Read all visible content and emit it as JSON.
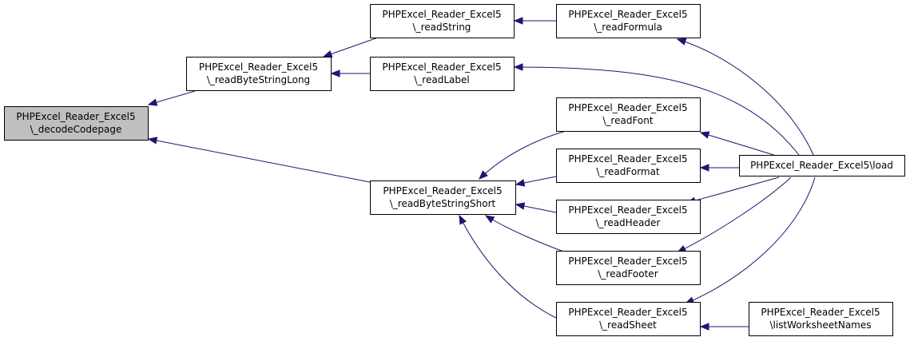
{
  "colors": {
    "node_fill": "#ffffff",
    "highlight_fill": "#bfbfbf",
    "node_border": "#000000",
    "edge": "#191970"
  },
  "nodes": [
    {
      "id": "decodeCodepage",
      "lines": [
        "PHPExcel_Reader_Excel5",
        "\\_decodeCodepage"
      ],
      "highlighted": true
    },
    {
      "id": "readByteStringLong",
      "lines": [
        "PHPExcel_Reader_Excel5",
        "\\_readByteStringLong"
      ]
    },
    {
      "id": "readByteStringShort",
      "lines": [
        "PHPExcel_Reader_Excel5",
        "\\_readByteStringShort"
      ]
    },
    {
      "id": "readString",
      "lines": [
        "PHPExcel_Reader_Excel5",
        "\\_readString"
      ]
    },
    {
      "id": "readLabel",
      "lines": [
        "PHPExcel_Reader_Excel5",
        "\\_readLabel"
      ]
    },
    {
      "id": "readFormula",
      "lines": [
        "PHPExcel_Reader_Excel5",
        "\\_readFormula"
      ]
    },
    {
      "id": "readFont",
      "lines": [
        "PHPExcel_Reader_Excel5",
        "\\_readFont"
      ]
    },
    {
      "id": "readFormat",
      "lines": [
        "PHPExcel_Reader_Excel5",
        "\\_readFormat"
      ]
    },
    {
      "id": "readHeader",
      "lines": [
        "PHPExcel_Reader_Excel5",
        "\\_readHeader"
      ]
    },
    {
      "id": "readFooter",
      "lines": [
        "PHPExcel_Reader_Excel5",
        "\\_readFooter"
      ]
    },
    {
      "id": "readSheet",
      "lines": [
        "PHPExcel_Reader_Excel5",
        "\\_readSheet"
      ]
    },
    {
      "id": "load",
      "lines": [
        "PHPExcel_Reader_Excel5\\load"
      ]
    },
    {
      "id": "listWorksheetNames",
      "lines": [
        "PHPExcel_Reader_Excel5",
        "\\listWorksheetNames"
      ]
    }
  ],
  "edges": [
    {
      "from": "readByteStringLong",
      "to": "decodeCodepage"
    },
    {
      "from": "readByteStringShort",
      "to": "decodeCodepage"
    },
    {
      "from": "readString",
      "to": "readByteStringLong"
    },
    {
      "from": "readLabel",
      "to": "readByteStringLong"
    },
    {
      "from": "readFormula",
      "to": "readString"
    },
    {
      "from": "load",
      "to": "readFormula"
    },
    {
      "from": "load",
      "to": "readLabel"
    },
    {
      "from": "readFont",
      "to": "readByteStringShort"
    },
    {
      "from": "readFormat",
      "to": "readByteStringShort"
    },
    {
      "from": "readHeader",
      "to": "readByteStringShort"
    },
    {
      "from": "readFooter",
      "to": "readByteStringShort"
    },
    {
      "from": "readSheet",
      "to": "readByteStringShort"
    },
    {
      "from": "load",
      "to": "readFont"
    },
    {
      "from": "load",
      "to": "readFormat"
    },
    {
      "from": "load",
      "to": "readHeader"
    },
    {
      "from": "load",
      "to": "readFooter"
    },
    {
      "from": "load",
      "to": "readSheet"
    },
    {
      "from": "listWorksheetNames",
      "to": "readSheet"
    }
  ]
}
